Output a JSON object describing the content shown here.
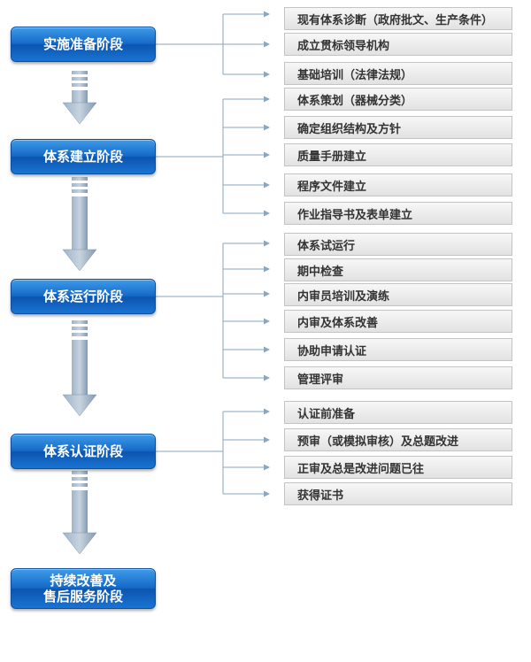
{
  "colors": {
    "stage_blue": "#1569c7",
    "connector": "#8aa6c0",
    "arrow_fill": "#8fa5bd",
    "item_bg": "#ececec"
  },
  "stages": [
    {
      "label": "实施准备阶段",
      "items": [
        "现有体系诊断（政府批文、生产条件）",
        "成立贯标领导机构",
        "基础培训（法律法规）"
      ]
    },
    {
      "label": "体系建立阶段",
      "items": [
        "体系策划（器械分类）",
        "确定组织结构及方针",
        "质量手册建立",
        "程序文件建立",
        "作业指导书及表单建立"
      ]
    },
    {
      "label": "体系运行阶段",
      "items": [
        "体系试运行",
        "期中检查",
        "内审员培训及演练",
        "内审及体系改善",
        "协助申请认证",
        "管理评审"
      ]
    },
    {
      "label": "体系认证阶段",
      "items": [
        "认证前准备",
        "预审（或模拟审核）及总题改进",
        "正审及总是改进问题已往",
        "获得证书"
      ]
    }
  ],
  "final_stage": {
    "line1": "持续改善及",
    "line2": "售后服务阶段"
  }
}
